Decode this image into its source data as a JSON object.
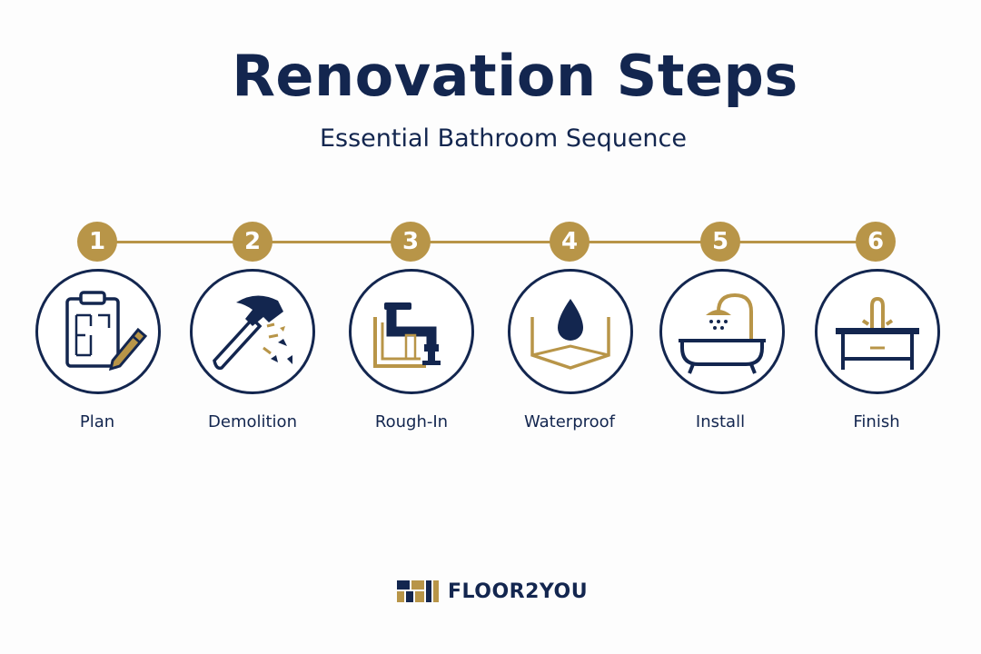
{
  "header": {
    "title": "Renovation Steps",
    "subtitle": "Essential Bathroom Sequence"
  },
  "steps": [
    {
      "number": "1",
      "label": "Plan",
      "icon": "clipboard-floorplan-icon"
    },
    {
      "number": "2",
      "label": "Demolition",
      "icon": "hammer-icon"
    },
    {
      "number": "3",
      "label": "Rough-In",
      "icon": "plumbing-pipe-icon"
    },
    {
      "number": "4",
      "label": "Waterproof",
      "icon": "water-drop-icon"
    },
    {
      "number": "5",
      "label": "Install",
      "icon": "bathtub-shower-icon"
    },
    {
      "number": "6",
      "label": "Finish",
      "icon": "vanity-faucet-icon"
    }
  ],
  "brand": {
    "name": "FLOOR2YOU",
    "icon": "floor2you-logo-icon"
  },
  "colors": {
    "navy": "#13264f",
    "gold": "#b89548",
    "background": "#fdfdfd"
  }
}
